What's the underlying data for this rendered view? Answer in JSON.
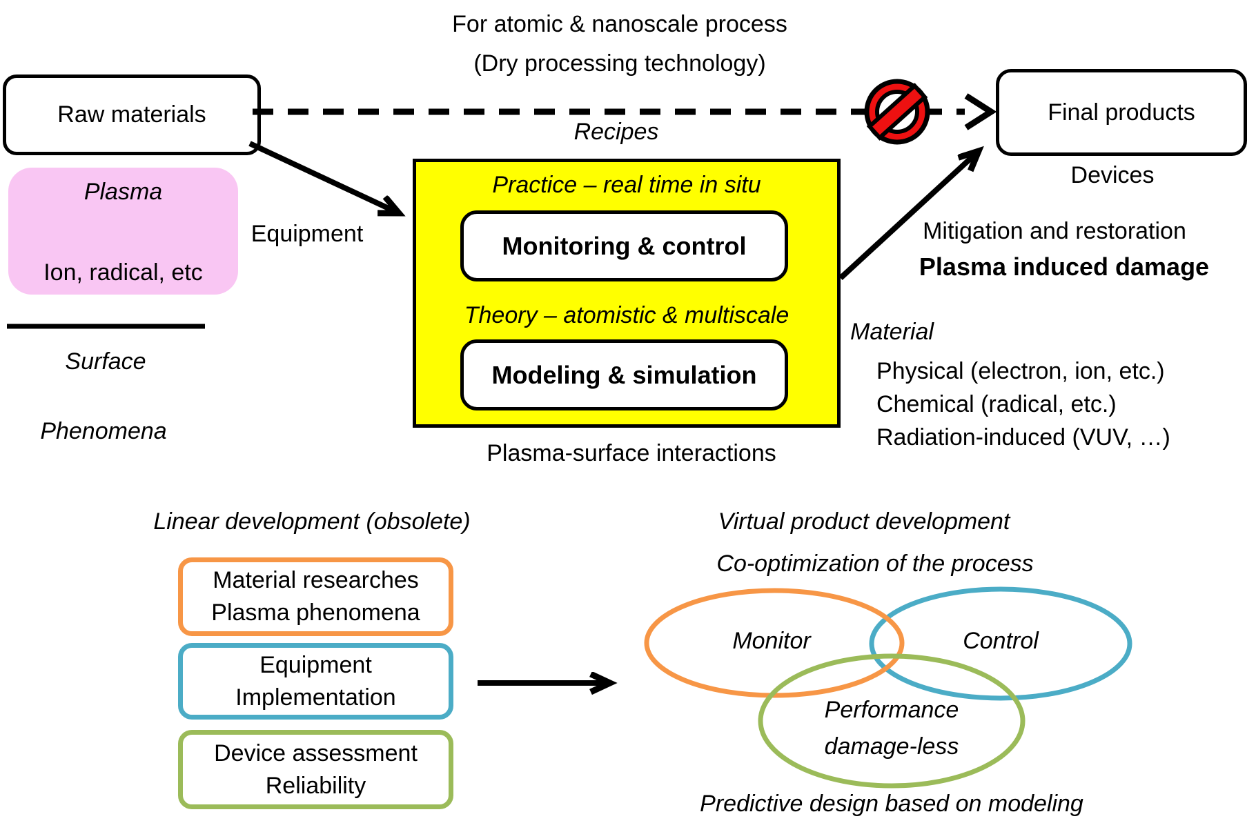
{
  "colors": {
    "background": "#FFFFFF",
    "text": "#000000",
    "core_yellow": "#FFFF00",
    "plasma_pink": "#F9C6F3",
    "prohibition_red": "#EE1111",
    "accent_orange": "#F79646",
    "accent_blue": "#4BACC6",
    "accent_green": "#9BBB59"
  },
  "flow": {
    "process_note_line1": "For atomic & nanoscale process",
    "process_note_line2": "(Dry processing technology)",
    "recipes_label": "Recipes",
    "raw_materials": "Raw materials",
    "final_products": "Final products",
    "devices_label": "Devices",
    "equipment_label": "Equipment"
  },
  "plasma_panel": {
    "title": "Plasma",
    "subtitle": "Ion, radical, etc",
    "surface_label": "Surface",
    "phenomena_label": "Phenomena"
  },
  "core": {
    "practice_label": "Practice – real time in situ",
    "monitoring_box": "Monitoring & control",
    "theory_label": "Theory – atomistic & multiscale",
    "modeling_box": "Modeling & simulation",
    "caption": "Plasma-surface interactions"
  },
  "damage_panel": {
    "mitigation_line": "Mitigation and restoration",
    "damage_line": "Plasma induced damage",
    "material_label": "Material",
    "types": [
      "Physical (electron, ion, etc.)",
      "Chemical (radical, etc.)",
      "Radiation-induced (VUV, …)"
    ]
  },
  "linear_panel": {
    "title": "Linear development (obsolete)",
    "boxes": [
      {
        "line1": "Material researches",
        "line2": "Plasma phenomena"
      },
      {
        "line1": "Equipment",
        "line2": "Implementation"
      },
      {
        "line1": "Device assessment",
        "line2": "Reliability"
      }
    ]
  },
  "virtual_panel": {
    "title_line1": "Virtual product development",
    "title_line2": "Co-optimization of the process",
    "venn": {
      "monitor": "Monitor",
      "control": "Control",
      "performance_line1": "Performance",
      "performance_line2": "damage-less"
    },
    "caption": "Predictive design based on modeling"
  }
}
